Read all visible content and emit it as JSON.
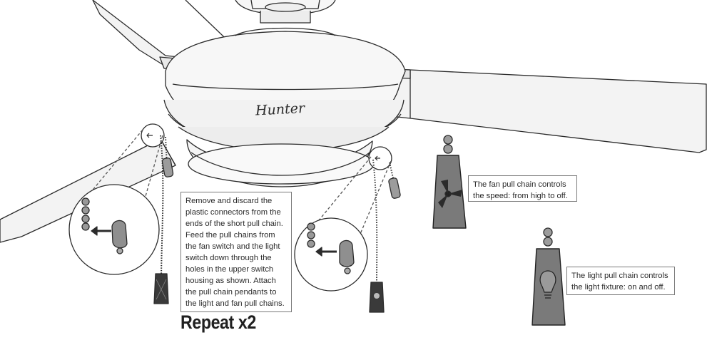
{
  "brand_logo_text": "Hunter",
  "instructions": {
    "main": "Remove and discard the\nplastic connectors from the\nends of the short pull chain.\nFeed the pull chains from\nthe fan switch and the light\nswitch down through the\nholes in the upper switch\nhousing as shown. Attach\nthe pull chain pendants to\nthe light and fan pull chains.",
    "fan_chain": "The fan pull chain controls\nthe speed: from high to off.",
    "light_chain": "The light pull chain controls\nthe light fixture: on and off.",
    "repeat": "Repeat x2"
  },
  "icons": [
    "fan-pendant-icon",
    "light-bulb-pendant-icon",
    "arrow-left-icon"
  ]
}
